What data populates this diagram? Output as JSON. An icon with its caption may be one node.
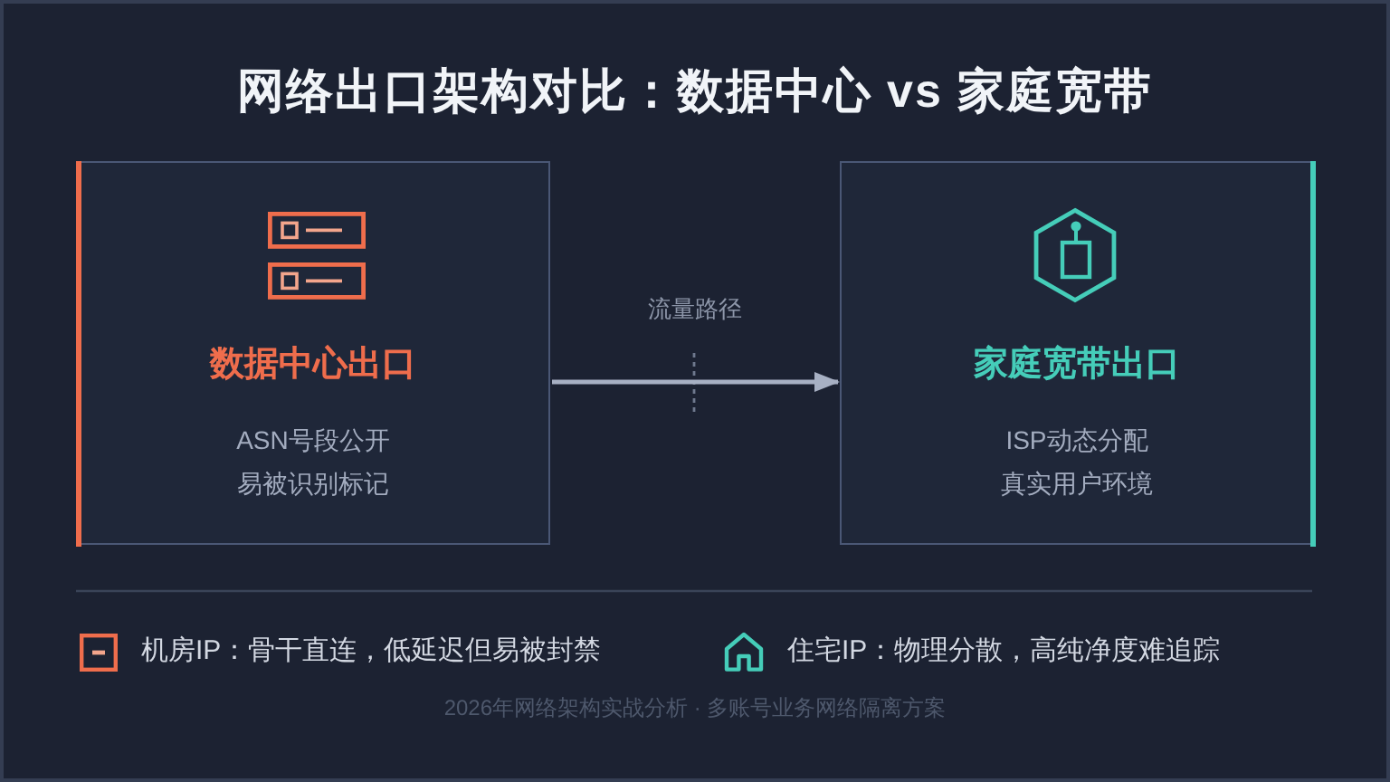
{
  "diagram": {
    "title": "网络出口架构对比：数据中心 vs 家庭宽带",
    "nodes": [
      {
        "text": [
          "数据中心出口",
          "ASN号段公开",
          "易被识别标记"
        ]
      },
      {
        "text": [
          "家庭宽带出口",
          "ISP动态分配",
          "真实用户环境"
        ]
      }
    ],
    "edges": [
      {
        "from": 0,
        "to": 1,
        "arrow": "to",
        "label": "流量路径"
      }
    ],
    "legend": [
      {
        "text": "机房IP：骨干直连，低延迟但易被封禁"
      },
      {
        "text": "住宅IP：物理分散，高纯净度难追踪"
      }
    ],
    "caption": "2026年网络架构实战分析 · 多账号业务网络隔离方案"
  }
}
